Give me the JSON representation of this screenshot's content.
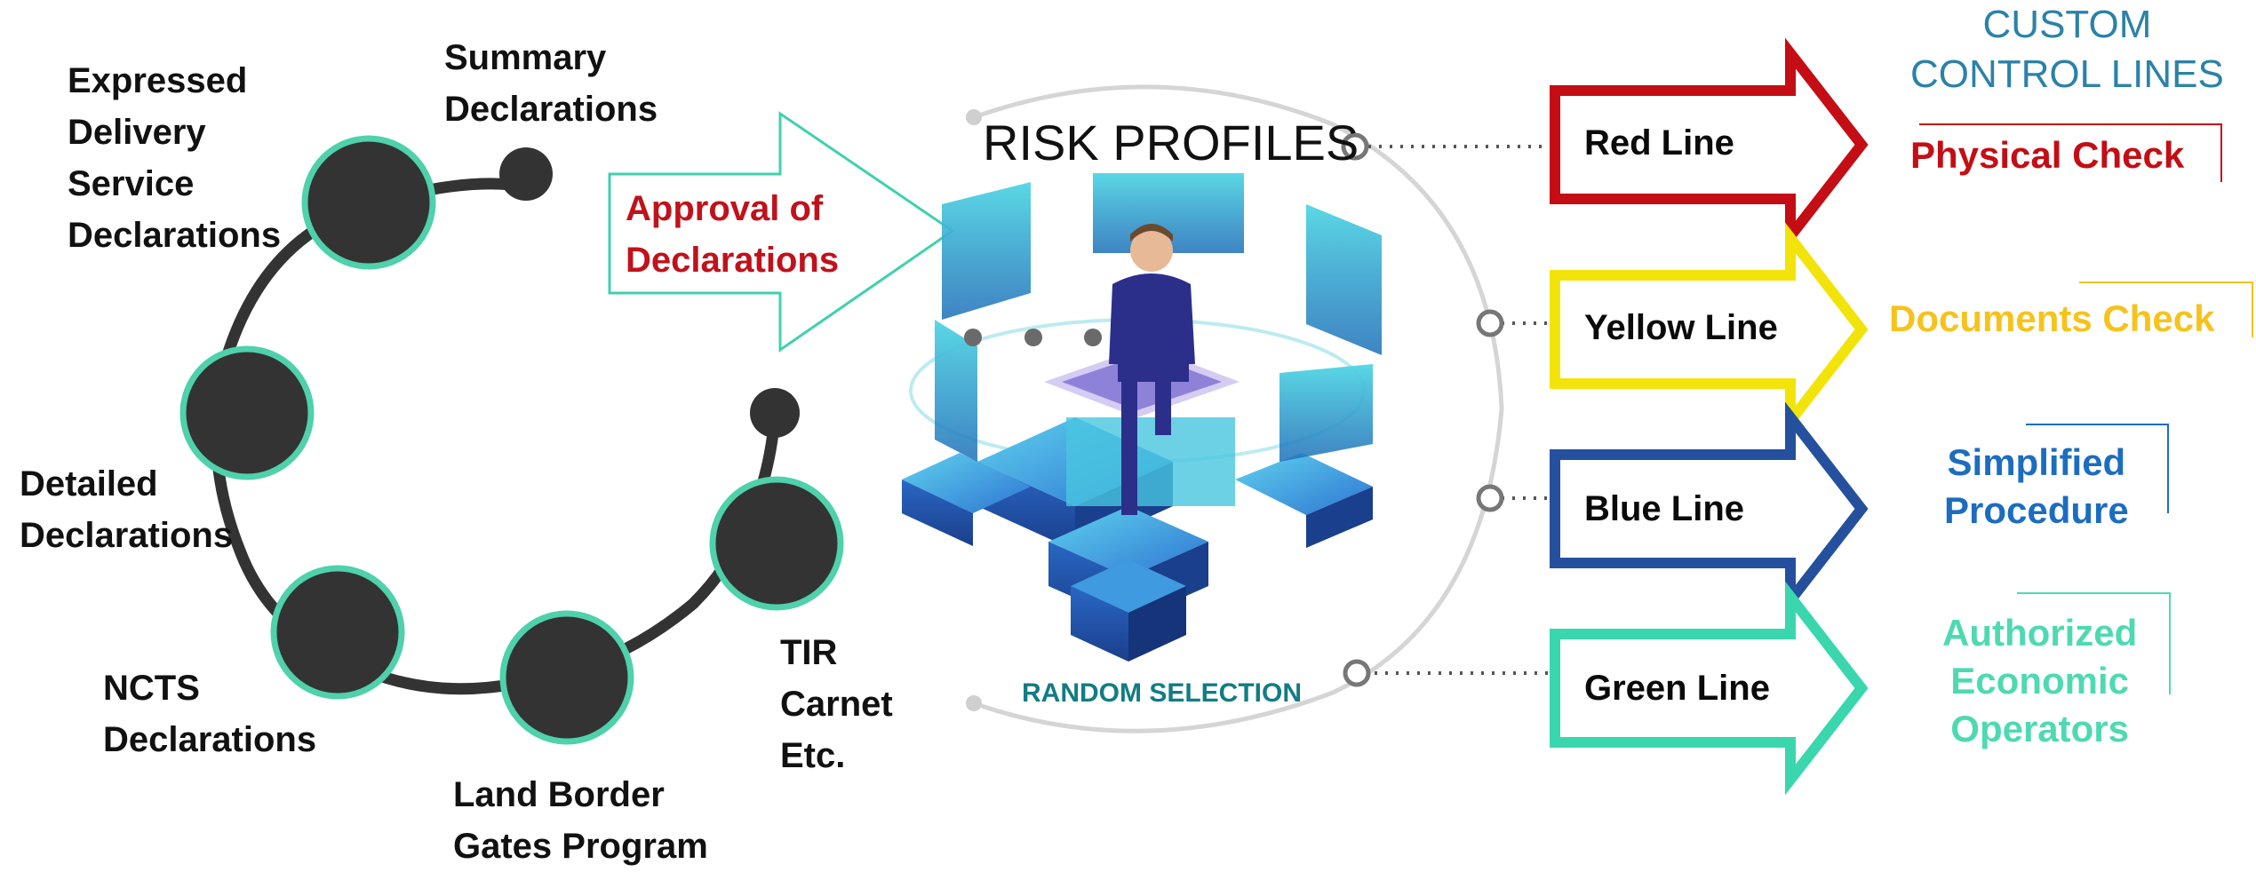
{
  "declarations": [
    {
      "label": "Expressed\nDelivery\nService\nDeclarations"
    },
    {
      "label": "Summary\nDeclarations"
    },
    {
      "label": "Detailed\nDeclarations"
    },
    {
      "label": "NCTS\nDeclarations"
    },
    {
      "label": "Land Border\nGates Program"
    },
    {
      "label": "TIR\nCarnet\nEtc."
    }
  ],
  "approval": {
    "label": "Approval of\nDeclarations",
    "color": "#c0121b",
    "arrow_color": "#40d0b0"
  },
  "center": {
    "title": "RISK PROFILES",
    "caption": "RANDOM SELECTION",
    "caption_color": "#127c84"
  },
  "header": {
    "title": "CUSTOM\nCONTROL LINES",
    "color": "#2b82a8"
  },
  "lines": [
    {
      "label": "Red Line",
      "color": "#c40d14",
      "outcome": "Physical Check",
      "outcome_color": "#c40d14"
    },
    {
      "label": "Yellow Line",
      "color": "#f2e40a",
      "outcome": "Documents Check",
      "outcome_color": "#f5c31c"
    },
    {
      "label": "Blue Line",
      "color": "#24509e",
      "outcome": "Simplified\nProcedure",
      "outcome_color": "#1c6dc0"
    },
    {
      "label": "Green Line",
      "color": "#3ad6ae",
      "outcome": "Authorized\nEconomic\nOperators",
      "outcome_color": "#4ed9b2"
    }
  ],
  "colors": {
    "node": "#333333",
    "node_ring": "#4fd1ab",
    "track": "#333333",
    "iso": "#2f8fd6",
    "iso_dark": "#1d4fa0",
    "holo": "#3fc6d6"
  }
}
